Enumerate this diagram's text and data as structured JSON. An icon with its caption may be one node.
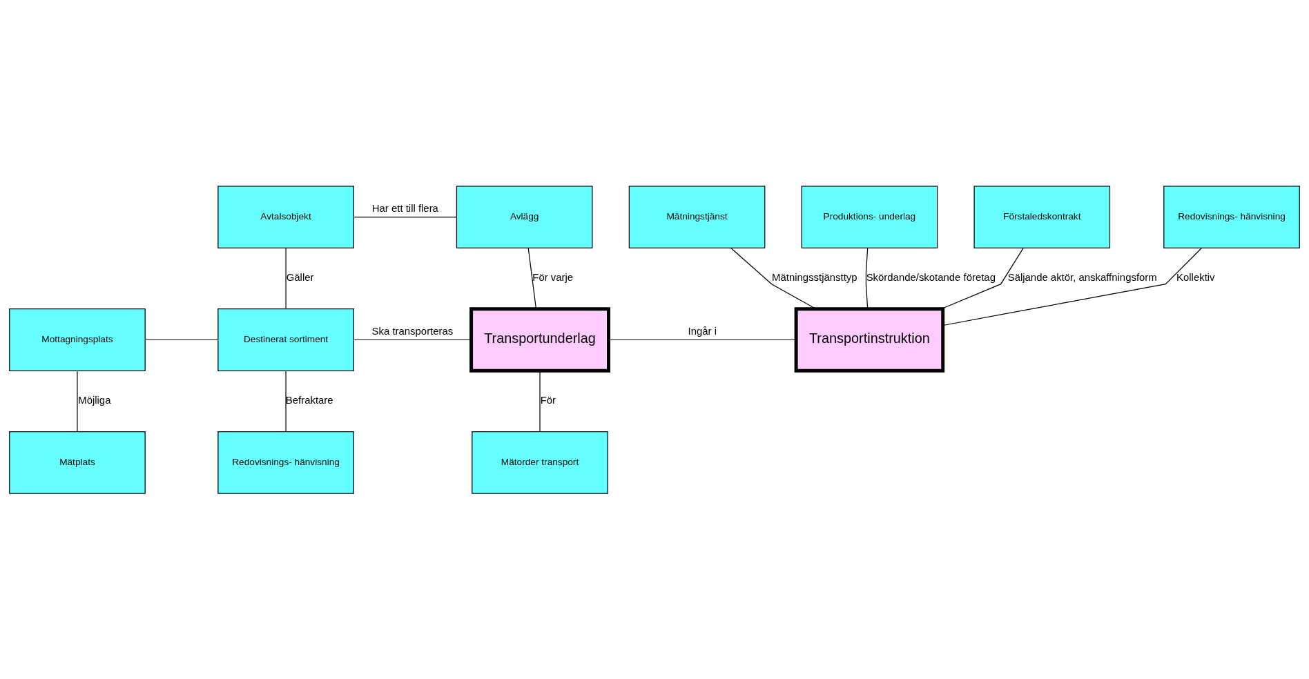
{
  "diagram": {
    "nodes": [
      {
        "text": [
          "Förstaledskontrakt"
        ]
      },
      {
        "text": [
          "Redovisnings- hänvisning"
        ]
      },
      {
        "text": [
          "Mätningstjänst"
        ]
      },
      {
        "text": [
          "Produktions- underlag"
        ]
      },
      {
        "text": [
          "Avtalsobjekt"
        ]
      },
      {
        "text": [
          "Avlägg"
        ]
      },
      {
        "text": [
          "Mottagningsplats"
        ]
      },
      {
        "text": [
          "Destinerat sortiment"
        ]
      },
      {
        "text": [
          "Transportunderlag"
        ]
      },
      {
        "text": [
          "Transportinstruktion"
        ]
      },
      {
        "text": [
          "Mätplats"
        ]
      },
      {
        "text": [
          "Redovisnings- hänvisning"
        ]
      },
      {
        "text": [
          "Mätorder transport"
        ]
      }
    ],
    "edges": [
      {
        "from": 0,
        "to": 9,
        "arrow": "none",
        "label": "Säljande aktör, anskaffningsform"
      },
      {
        "from": 1,
        "to": 9,
        "arrow": "none",
        "label": "Kollektiv"
      },
      {
        "from": 2,
        "to": 9,
        "arrow": "none",
        "label": "Mätningsstjänsttyp"
      },
      {
        "from": 3,
        "to": 9,
        "arrow": "none",
        "label": "Skördande/skotande företag"
      },
      {
        "from": 4,
        "to": 5,
        "arrow": "none",
        "label": "Har ett till flera"
      },
      {
        "from": 4,
        "to": 7,
        "arrow": "none",
        "label": "Gäller"
      },
      {
        "from": 5,
        "to": 8,
        "arrow": "none",
        "label": "För varje"
      },
      {
        "from": 6,
        "to": 7,
        "arrow": "none"
      },
      {
        "from": 7,
        "to": 8,
        "arrow": "none",
        "label": "Ska transporteras"
      },
      {
        "from": 8,
        "to": 9,
        "arrow": "none",
        "label": "Ingår i"
      },
      {
        "from": 6,
        "to": 10,
        "arrow": "none",
        "label": "Möjliga"
      },
      {
        "from": 7,
        "to": 11,
        "arrow": "none",
        "label": "Befraktare"
      },
      {
        "from": 8,
        "to": 12,
        "arrow": "none",
        "label": "För"
      }
    ]
  }
}
